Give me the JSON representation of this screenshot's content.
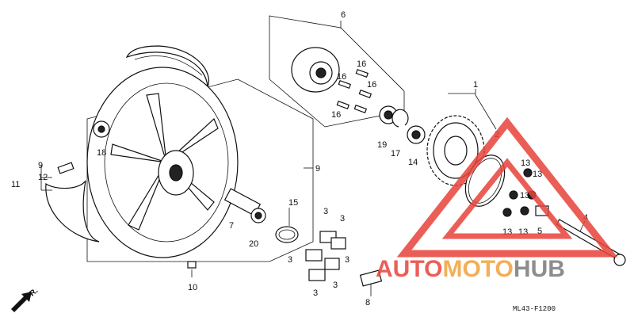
{
  "diagram": {
    "drawing_code": "ML43-F1200",
    "front_marker": "FR.",
    "callouts": {
      "c1": "1",
      "c2": "2",
      "c3a": "3",
      "c3b": "3",
      "c3c": "3",
      "c3d": "3",
      "c3e": "3",
      "c3f": "3",
      "c4": "4",
      "c5": "5",
      "c6": "6",
      "c7": "7",
      "c8": "8",
      "c9a": "9",
      "c9b": "9",
      "c10": "10",
      "c11": "11",
      "c12": "12",
      "c13a": "13",
      "c13b": "13",
      "c13c": "13",
      "c13d": "13",
      "c13e": "13",
      "c14": "14",
      "c15": "15",
      "c16a": "16",
      "c16b": "16",
      "c16c": "16",
      "c16d": "16",
      "c17": "17",
      "c18": "18",
      "c19": "19",
      "c20": "20"
    }
  },
  "watermark": {
    "part1": "AUTO",
    "part2": "MOTO",
    "part3": "HUB",
    "colors": {
      "red": "#e8423a",
      "orange": "#f2a23a",
      "gray": "#7a7a7a"
    }
  }
}
